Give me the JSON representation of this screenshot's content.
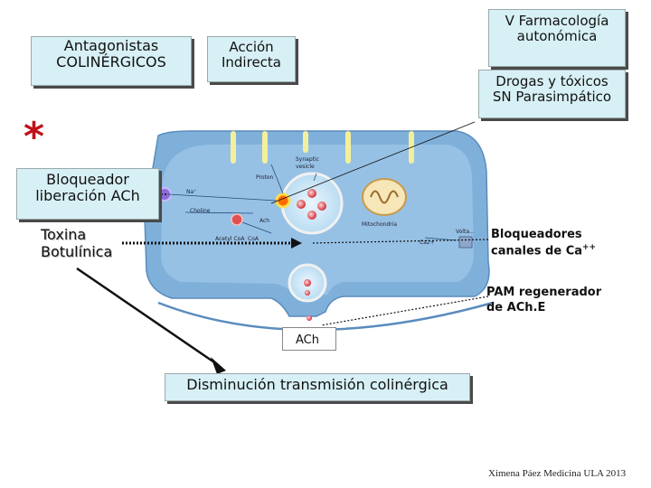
{
  "boxes": {
    "antagonists": [
      "Antagonistas",
      "COLINÉRGICOS"
    ],
    "indirect": [
      "Acción",
      "Indirecta"
    ],
    "title": [
      "V Farmacología",
      "autonómica"
    ],
    "drugs": [
      "Drogas y tóxicos",
      "SN Parasimpático"
    ],
    "release_blocker": [
      "Bloqueador",
      "liberación ACh"
    ],
    "decrease": "Disminución transmisión colinérgica"
  },
  "labels": {
    "asterisk": "*",
    "toxin": [
      "Toxina",
      "Botulínica"
    ],
    "ca_blockers_1": "Bloqueadores",
    "ca_blockers_2": "canales de Ca",
    "ca_superscript": "++",
    "pam": [
      "PAM regenerador",
      "de ACh.E"
    ],
    "ach": "ACh",
    "credit": "Ximena Páez Medicina ULA 2013"
  },
  "figure_labels": {
    "synaptic_vesicle": [
      "Synaptic",
      "vesicle"
    ],
    "proton": "Proton",
    "na": "Na⁺",
    "choline": "Choline",
    "ach_small": "Ach",
    "mitochondria": "Mitochondria",
    "acetyl_coa": "Acetyl CoA",
    "coa": "CoA",
    "ca2": "Ca2+",
    "voltage": "Volta..."
  },
  "colors": {
    "box_fill": "#d7f0f5",
    "terminal": "#7fb0da",
    "terminal_light": "#a9d0ee",
    "asterisk": "#c0111a",
    "arrow": "#111111"
  }
}
